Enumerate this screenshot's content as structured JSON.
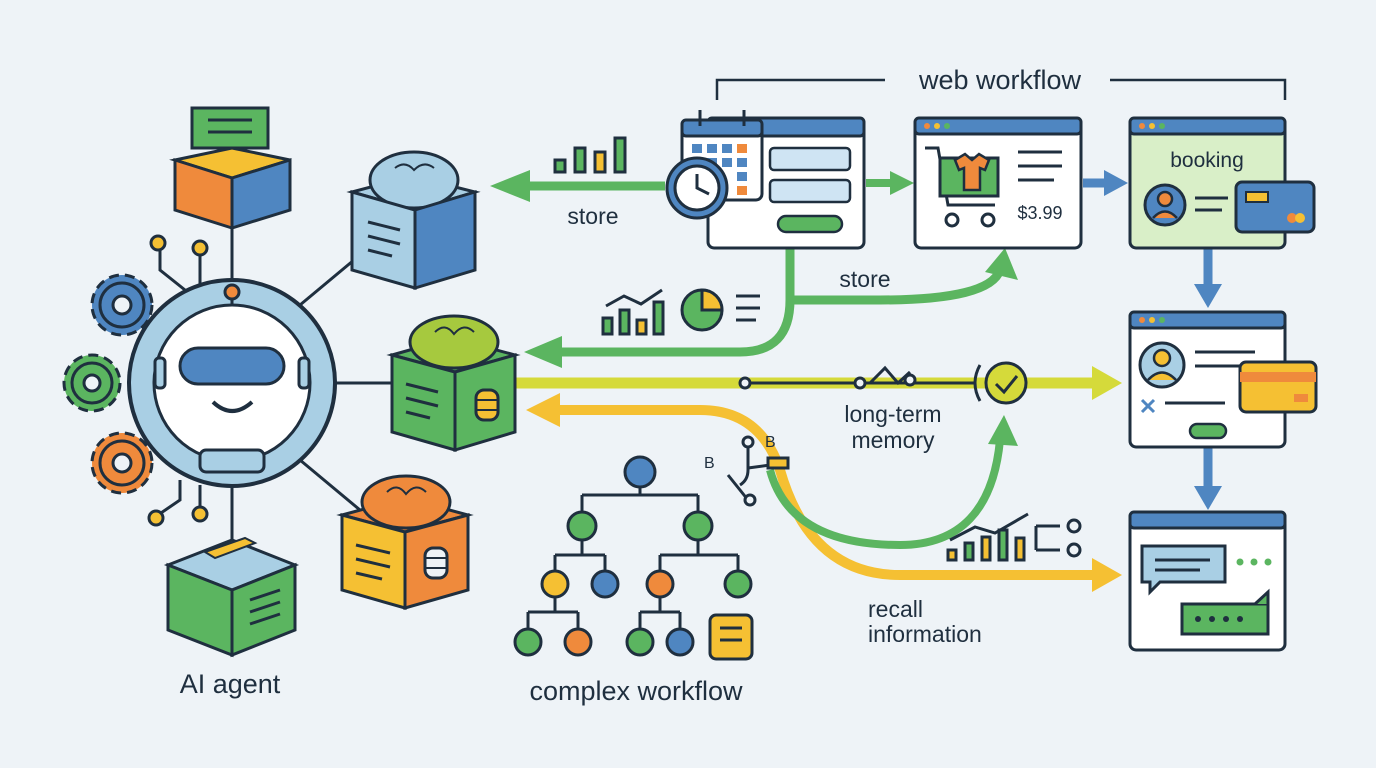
{
  "labels": {
    "ai_agent": "AI agent",
    "complex_workflow": "complex workflow",
    "web_workflow": "web workflow",
    "store_1": "store",
    "store_2": "store",
    "long_term_1": "long-term",
    "long_term_2": "memory",
    "recall_1": "recall",
    "recall_2": "information",
    "booking": "booking",
    "price": "$3.99",
    "b1": "B",
    "b2": "B"
  },
  "colors": {
    "background": "#eef3f7",
    "outline": "#1f2f3f",
    "green": "#5bb560",
    "yellow": "#f5c033",
    "lime": "#d5da3a",
    "blue": "#4f86c1",
    "orange": "#ef8a3c",
    "light_blue": "#a9cfe4",
    "light_green": "#d9efc8"
  },
  "icons": [
    "gear-icon",
    "brain-icon",
    "box-icon",
    "robot-icon",
    "calendar-icon",
    "clock-icon",
    "cart-icon",
    "tshirt-icon",
    "credit-card-icon",
    "user-icon",
    "chat-icon",
    "checkmark-icon",
    "bar-chart-icon",
    "pie-chart-icon",
    "tree-icon",
    "database-icon"
  ]
}
